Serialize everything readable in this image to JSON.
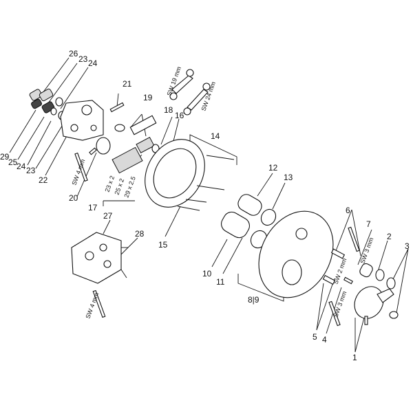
{
  "labels": {
    "n1": "1",
    "n2": "2",
    "n3": "3",
    "n4": "4",
    "n5": "5",
    "n6": "6",
    "n7": "7",
    "n89": "8|9",
    "n10": "10",
    "n11": "11",
    "n12": "12",
    "n13": "13",
    "n14": "14",
    "n15": "15",
    "n16": "16",
    "n17": "17",
    "n18": "18",
    "n19": "19",
    "n20": "20",
    "n21": "21",
    "n22": "22",
    "n23a": "23",
    "n23b": "23",
    "n24a": "24",
    "n24b": "24",
    "n25": "25",
    "n26": "26",
    "n27": "27",
    "n28": "28",
    "n29": "29"
  },
  "tool_labels": {
    "sw19": "SW 19 mm",
    "sw24": "SW 24 mm",
    "sw4a": "SW 4 mm",
    "sw4b": "SW 4 mm",
    "sw3a": "SW 3 mm",
    "sw2": "SW 2 mm",
    "sw3b": "SW 3 mm",
    "thread1": "23 x 2",
    "thread2": "25 x 2",
    "thread3": "29 x 2.5"
  }
}
